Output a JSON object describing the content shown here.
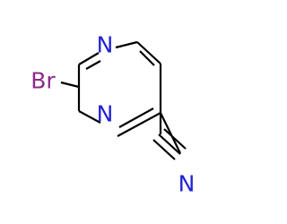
{
  "molecule": {
    "atoms": {
      "n1": {
        "label": "N",
        "color": "#2323d4"
      },
      "n3": {
        "label": "N",
        "color": "#2323d4"
      },
      "br": {
        "label": "Br",
        "color": "#8b2b8b"
      },
      "n_nitrile": {
        "label": "N",
        "color": "#2323d4"
      }
    },
    "bond_color": "#000000"
  }
}
